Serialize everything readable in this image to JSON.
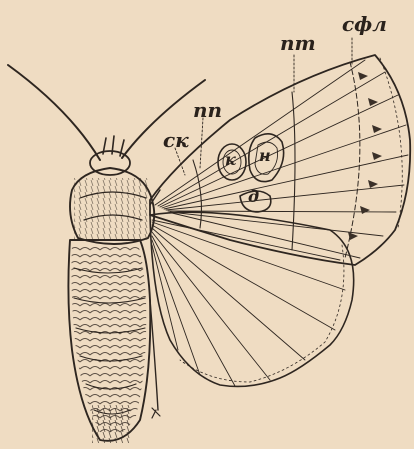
{
  "labels": {
    "sk": "ск",
    "pp": "пп",
    "pt": "пт",
    "sfl": "сфл",
    "k": "к",
    "n": "н",
    "d": "д"
  }
}
